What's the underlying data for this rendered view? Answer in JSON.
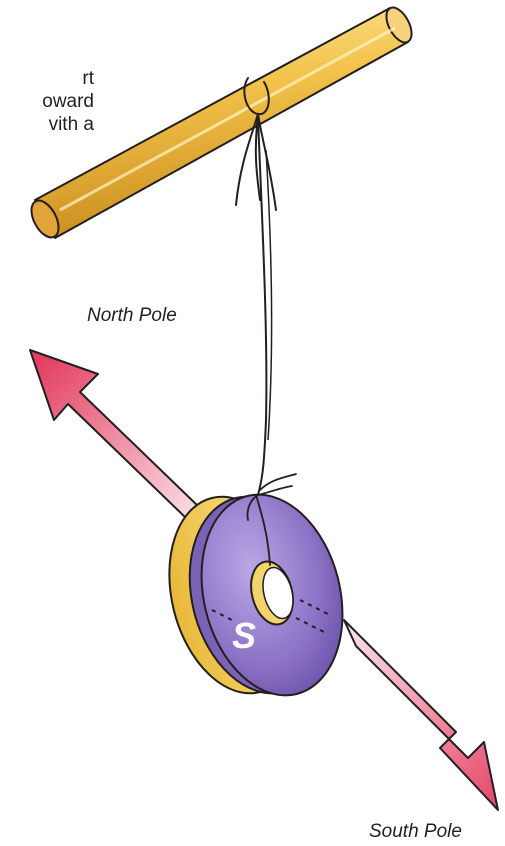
{
  "caption_lines": [
    "rt",
    "oward",
    "vith a"
  ],
  "labels": {
    "north_pole": "North Pole",
    "south_pole": "South Pole",
    "magnet_letter": "S"
  },
  "colors": {
    "stick": "#f2c24a",
    "arrow": "#e8506d",
    "magnet_face": "#8c73c6",
    "magnet_rim": "#f3d36b",
    "outline": "#231f20"
  }
}
